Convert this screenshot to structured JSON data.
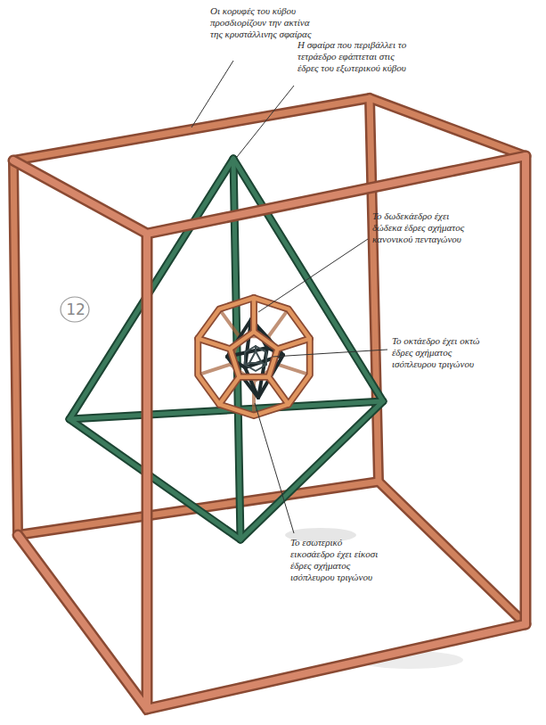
{
  "diagram": {
    "labels": [
      "Οι κορυφές του κύβου προσδιορίζουν την ακτίνα της κρυστάλλινης σφαίρας",
      "Η σφαίρα που περιβάλλει το τετράεδρο εφάπτεται στις έδρες του εξωτερικού κύβου",
      "Το δωδεκάεδρο έχει δώδεκα έδρες σχήματος κανονικού πενταγώνου",
      "Το οκτάεδρο έχει οκτώ έδρες σχήματος ισόπλευρου τριγώνου",
      "Το εσωτερικό εικοσάεδρο έχει είκοσι έδρες σχήματος ισόπλευρου τριγώνου",
      "12"
    ]
  }
}
